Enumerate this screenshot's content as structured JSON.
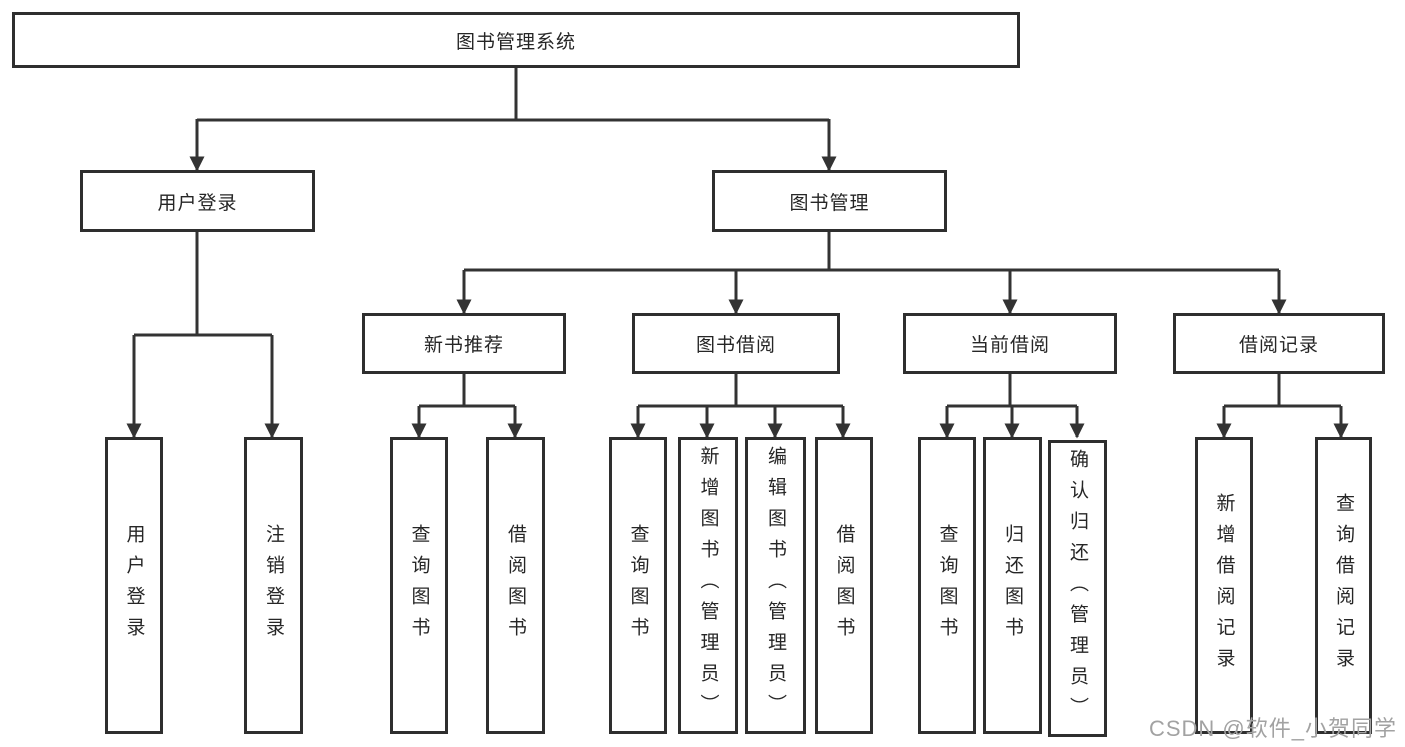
{
  "diagram": {
    "root": {
      "label": "图书管理系统"
    },
    "user_login": {
      "label": "用户登录",
      "children": [
        {
          "label": "用户登录"
        },
        {
          "label": "注销登录"
        }
      ]
    },
    "book_mgmt": {
      "label": "图书管理"
    },
    "modules": [
      {
        "label": "新书推荐",
        "children": [
          {
            "label": "查询图书"
          },
          {
            "label": "借阅图书"
          }
        ]
      },
      {
        "label": "图书借阅",
        "children": [
          {
            "label": "查询图书"
          },
          {
            "label": "新增图书（管理员）"
          },
          {
            "label": "编辑图书（管理员）"
          },
          {
            "label": "借阅图书"
          }
        ]
      },
      {
        "label": "当前借阅",
        "children": [
          {
            "label": "查询图书"
          },
          {
            "label": "归还图书"
          },
          {
            "label": "确认归还（管理员）"
          }
        ]
      },
      {
        "label": "借阅记录",
        "children": [
          {
            "label": "新增借阅记录"
          },
          {
            "label": "查询借阅记录"
          }
        ]
      }
    ],
    "watermark": "CSDN @软件_小贺同学",
    "colors": {
      "border": "#2e2e2e",
      "line": "#333333",
      "text": "#262626",
      "background": "#ffffff",
      "watermark": "#a2a2a2"
    }
  }
}
